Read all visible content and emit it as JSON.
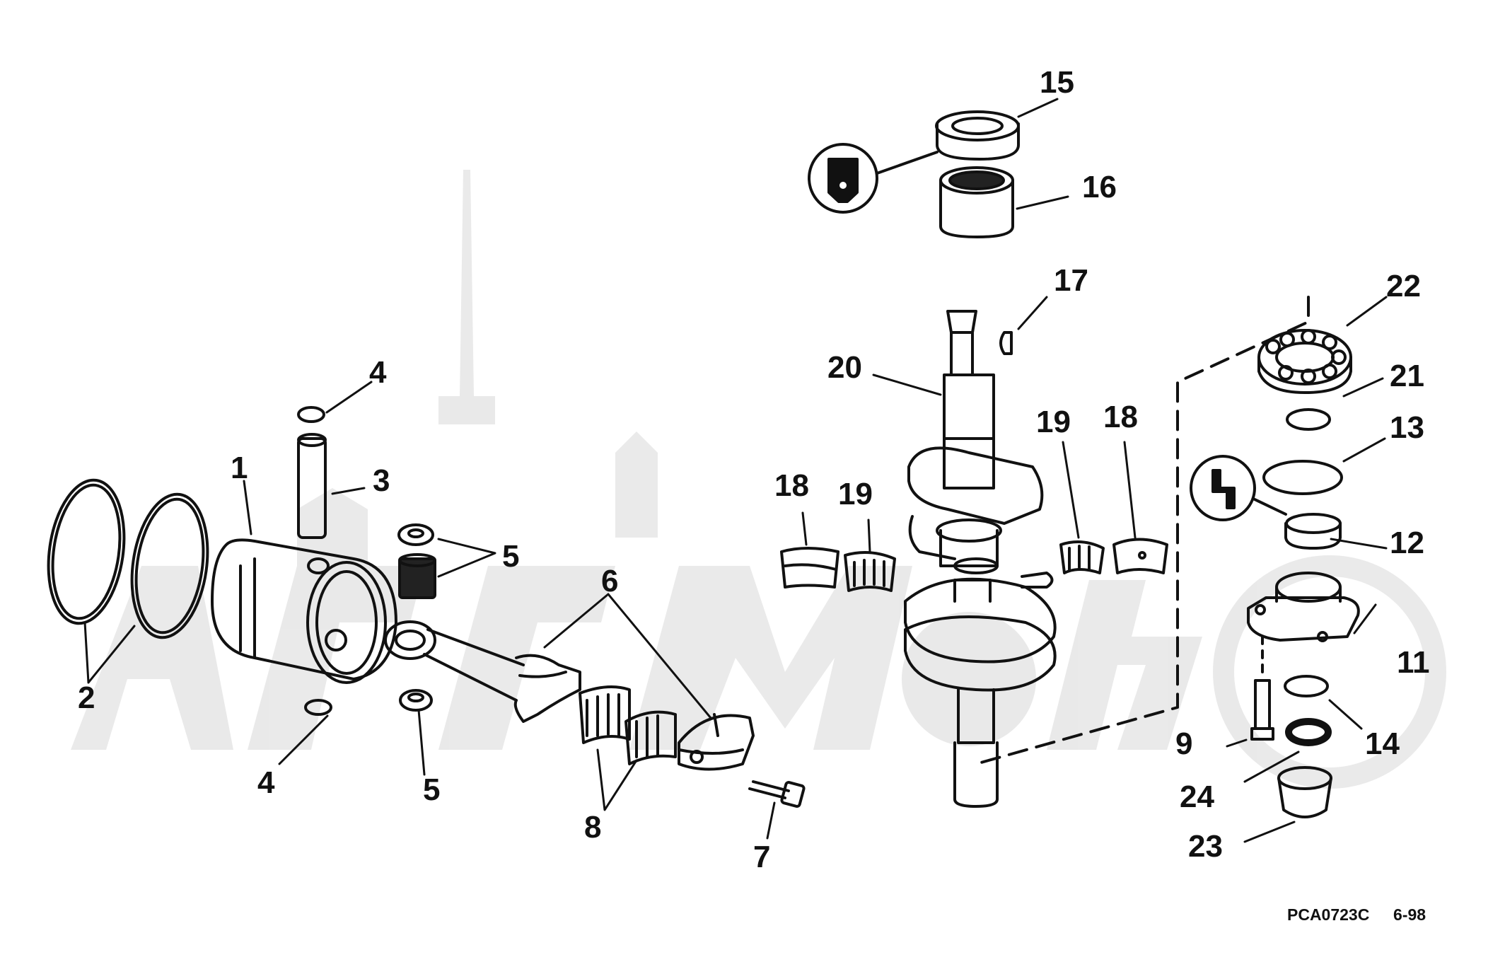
{
  "watermark": {
    "text": "ArtMoto",
    "color": "#cfcfcf"
  },
  "callouts": {
    "c1": "1",
    "c2": "2",
    "c3": "3",
    "c4a": "4",
    "c4b": "4",
    "c5a": "5",
    "c5b": "5",
    "c6": "6",
    "c7": "7",
    "c8": "8",
    "c9": "9",
    "c11": "11",
    "c12": "12",
    "c13": "13",
    "c14": "14",
    "c15": "15",
    "c16": "16",
    "c17": "17",
    "c18a": "18",
    "c18b": "18",
    "c19a": "19",
    "c19b": "19",
    "c20": "20",
    "c21": "21",
    "c22": "22",
    "c23": "23",
    "c24": "24"
  },
  "footer": {
    "part_code": "PCA0723C",
    "date": "6-98"
  },
  "icons": [
    "grease-tube-icon",
    "lubricant-tube-icon"
  ],
  "colors": {
    "line": "#111111",
    "background": "#ffffff"
  }
}
